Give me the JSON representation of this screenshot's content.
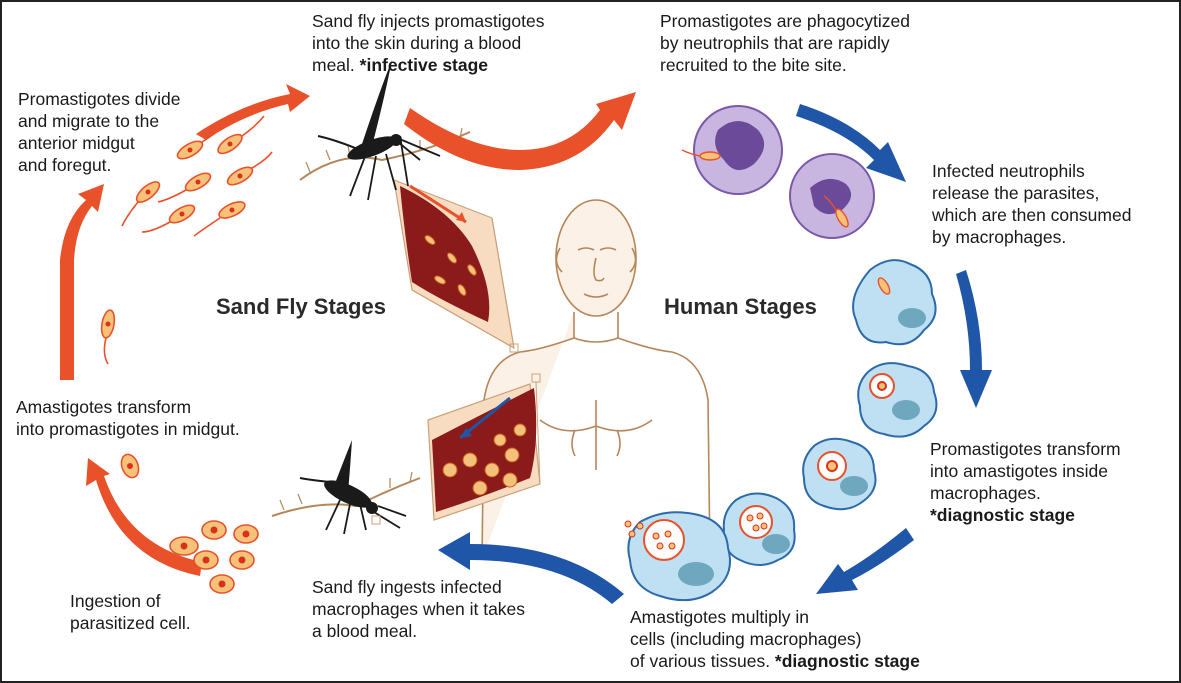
{
  "sand_fly_stages_title": "Sand Fly Stages",
  "human_stages_title": "Human Stages",
  "steps": {
    "inject": {
      "text": "Sand fly injects promastigotes\ninto the skin during a blood\nmeal. ",
      "bold": "*infective stage"
    },
    "phagocytized": {
      "text": "Promastigotes are phagocytized\nby neutrophils that are rapidly\nrecruited to the bite site."
    },
    "release": {
      "text": "Infected neutrophils\nrelease the parasites,\nwhich are then consumed\nby macrophages."
    },
    "transform_amastigotes": {
      "text": "Promastigotes transform\ninto amastigotes inside\nmacrophages.\n",
      "bold": "*diagnostic stage"
    },
    "multiply": {
      "text": "Amastigotes multiply in\ncells (including macrophages)\nof various tissues. ",
      "bold": "*diagnostic stage"
    },
    "ingests": {
      "text": "Sand fly ingests infected\nmacrophages when it takes\na blood meal."
    },
    "ingestion": {
      "text": "Ingestion of\nparasitized cell."
    },
    "transform_promastigotes": {
      "text": "Amastigotes transform\ninto promastigotes in midgut."
    },
    "divide": {
      "text": "Promastigotes divide\nand migrate to the\nanterior midgut\nand foregut."
    }
  },
  "colors": {
    "red_arrow": "#e8512a",
    "blue_arrow": "#1f56a8",
    "macrophage": "#bfe0f2",
    "neutrophil": "#c9b6e0",
    "blood": "#8b1a1a",
    "skin_outline": "#b5865a",
    "amastigote": "#f6c27a"
  }
}
